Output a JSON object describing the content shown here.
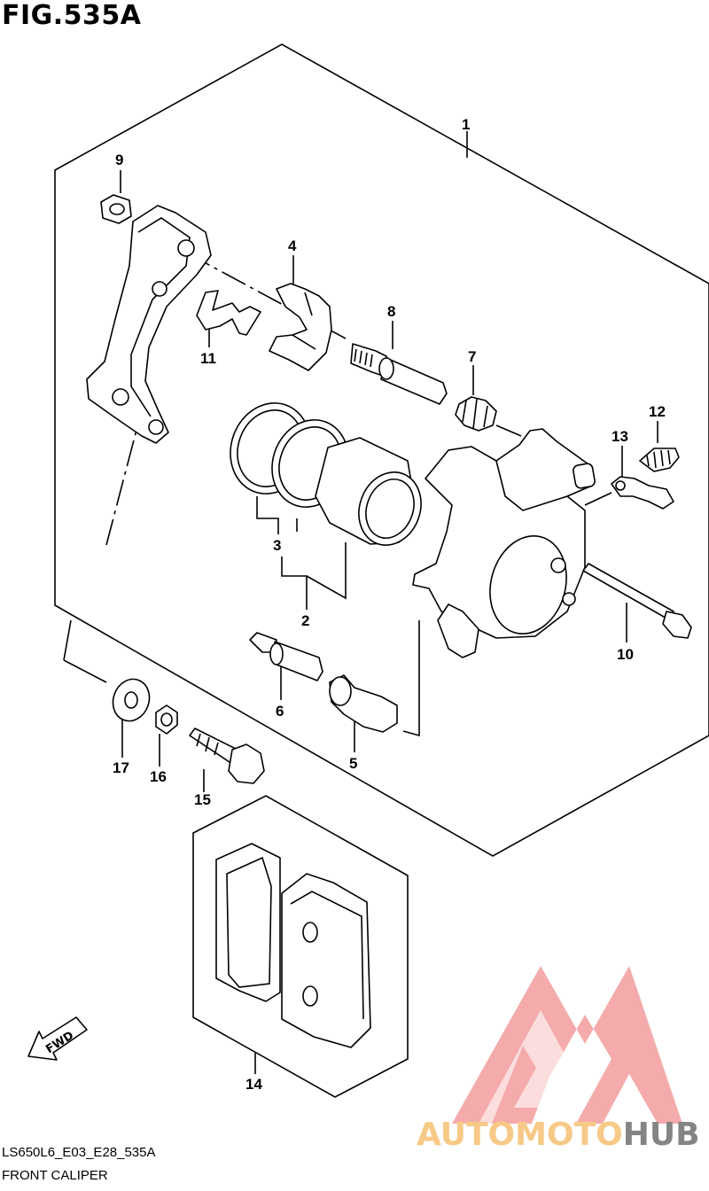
{
  "figure": {
    "title": "FIG.535A",
    "code": "LS650L6_E03_E28_535A",
    "name": "FRONT CALIPER",
    "direction_label": "FWD"
  },
  "callouts": [
    "1",
    "2",
    "3",
    "4",
    "5",
    "6",
    "7",
    "8",
    "9",
    "10",
    "11",
    "12",
    "13",
    "14",
    "15",
    "16",
    "17"
  ],
  "watermark": {
    "part1": "AUTOMOTO",
    "part2": "HUB",
    "color_primary": "#f4a3a3",
    "color_secondary": "#f7c47a",
    "color_text_dark": "#777777"
  }
}
